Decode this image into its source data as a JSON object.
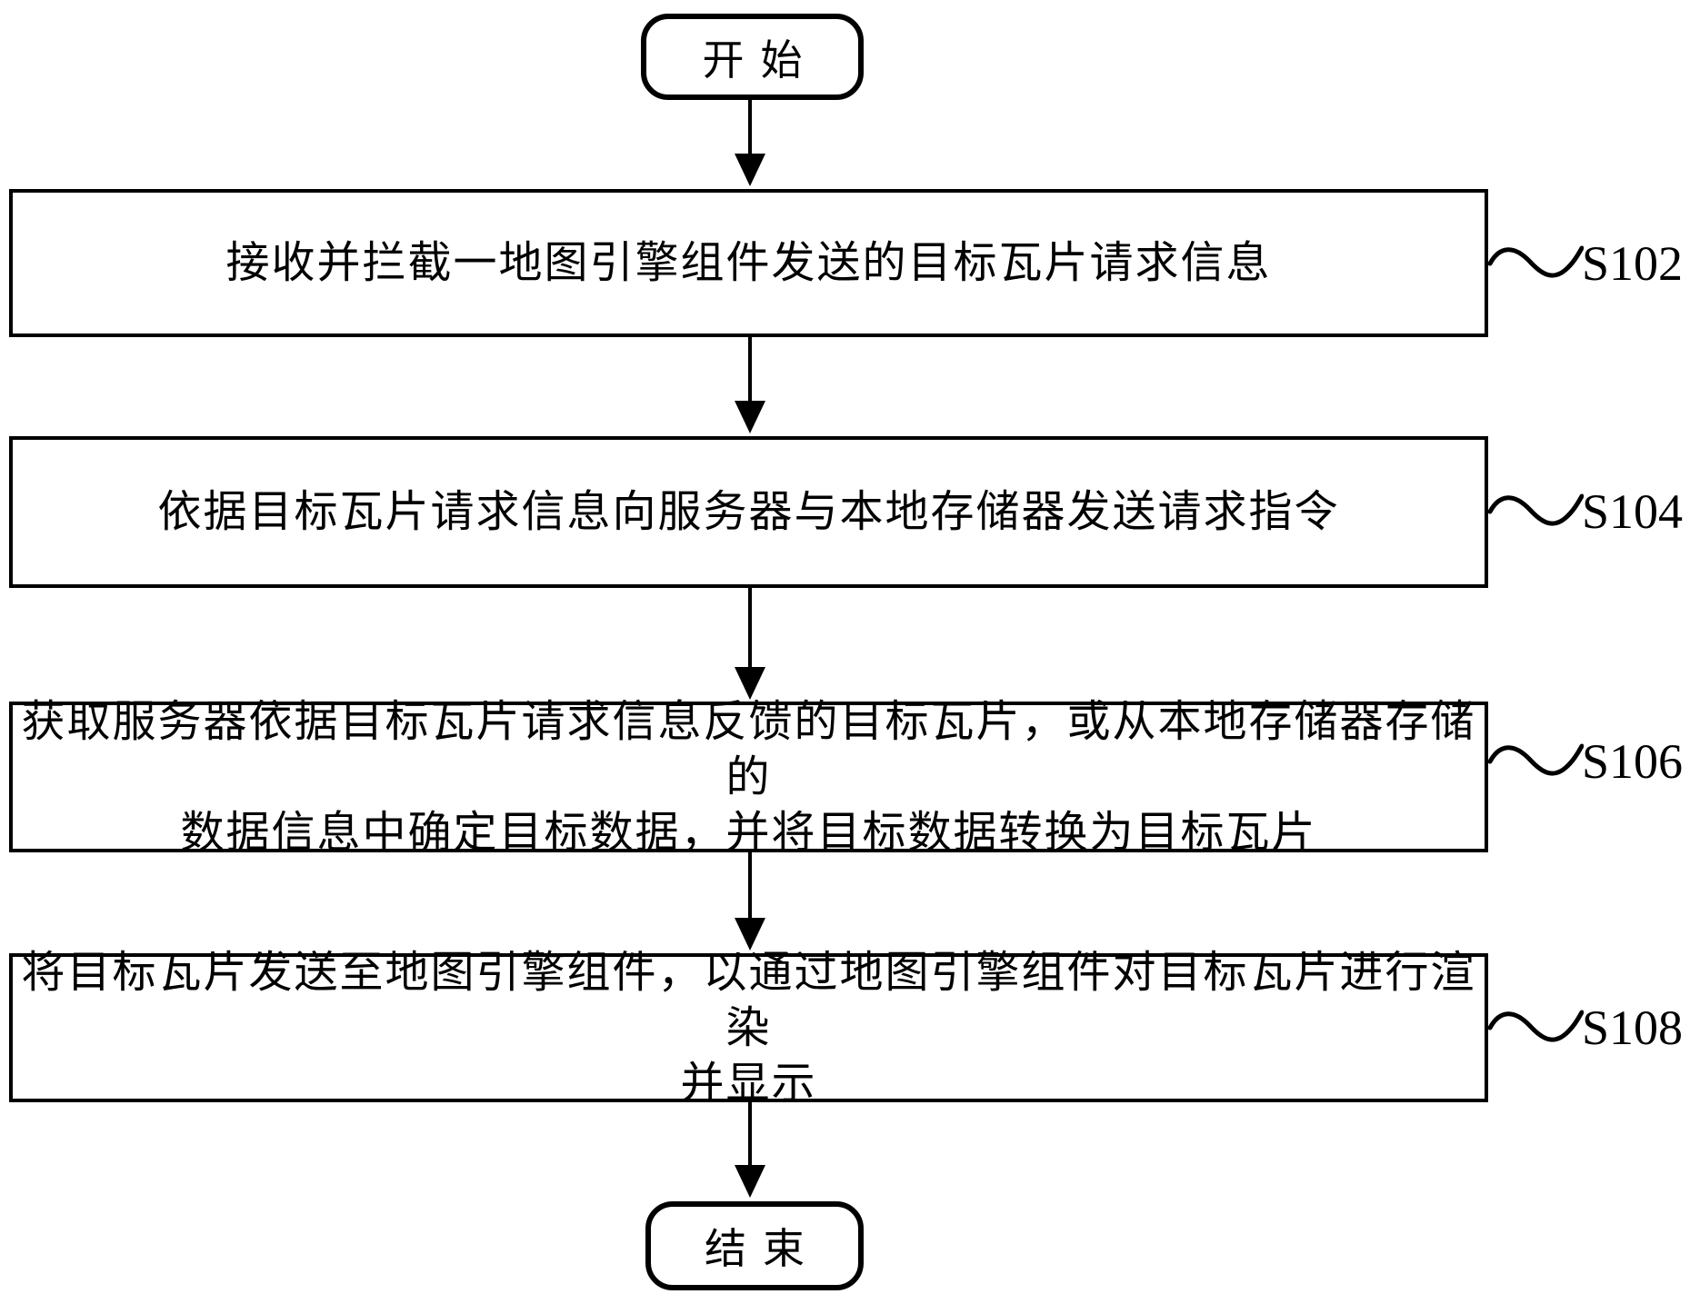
{
  "flowchart": {
    "start_label": "开始",
    "end_label": "结束",
    "steps": [
      {
        "id": "S102",
        "lines": [
          "接收并拦截一地图引擎组件发送的目标瓦片请求信息",
          ""
        ]
      },
      {
        "id": "S104",
        "lines": [
          "依据目标瓦片请求信息向服务器与本地存储器发送请求指令",
          ""
        ]
      },
      {
        "id": "S106",
        "lines": [
          "获取服务器依据目标瓦片请求信息反馈的目标瓦片，或从本地存储器存储的",
          "数据信息中确定目标数据，并将目标数据转换为目标瓦片"
        ]
      },
      {
        "id": "S108",
        "lines": [
          "将目标瓦片发送至地图引擎组件，以通过地图引擎组件对目标瓦片进行渲染",
          "并显示"
        ]
      }
    ],
    "colors": {
      "stroke": "#000000",
      "background": "#ffffff"
    }
  }
}
